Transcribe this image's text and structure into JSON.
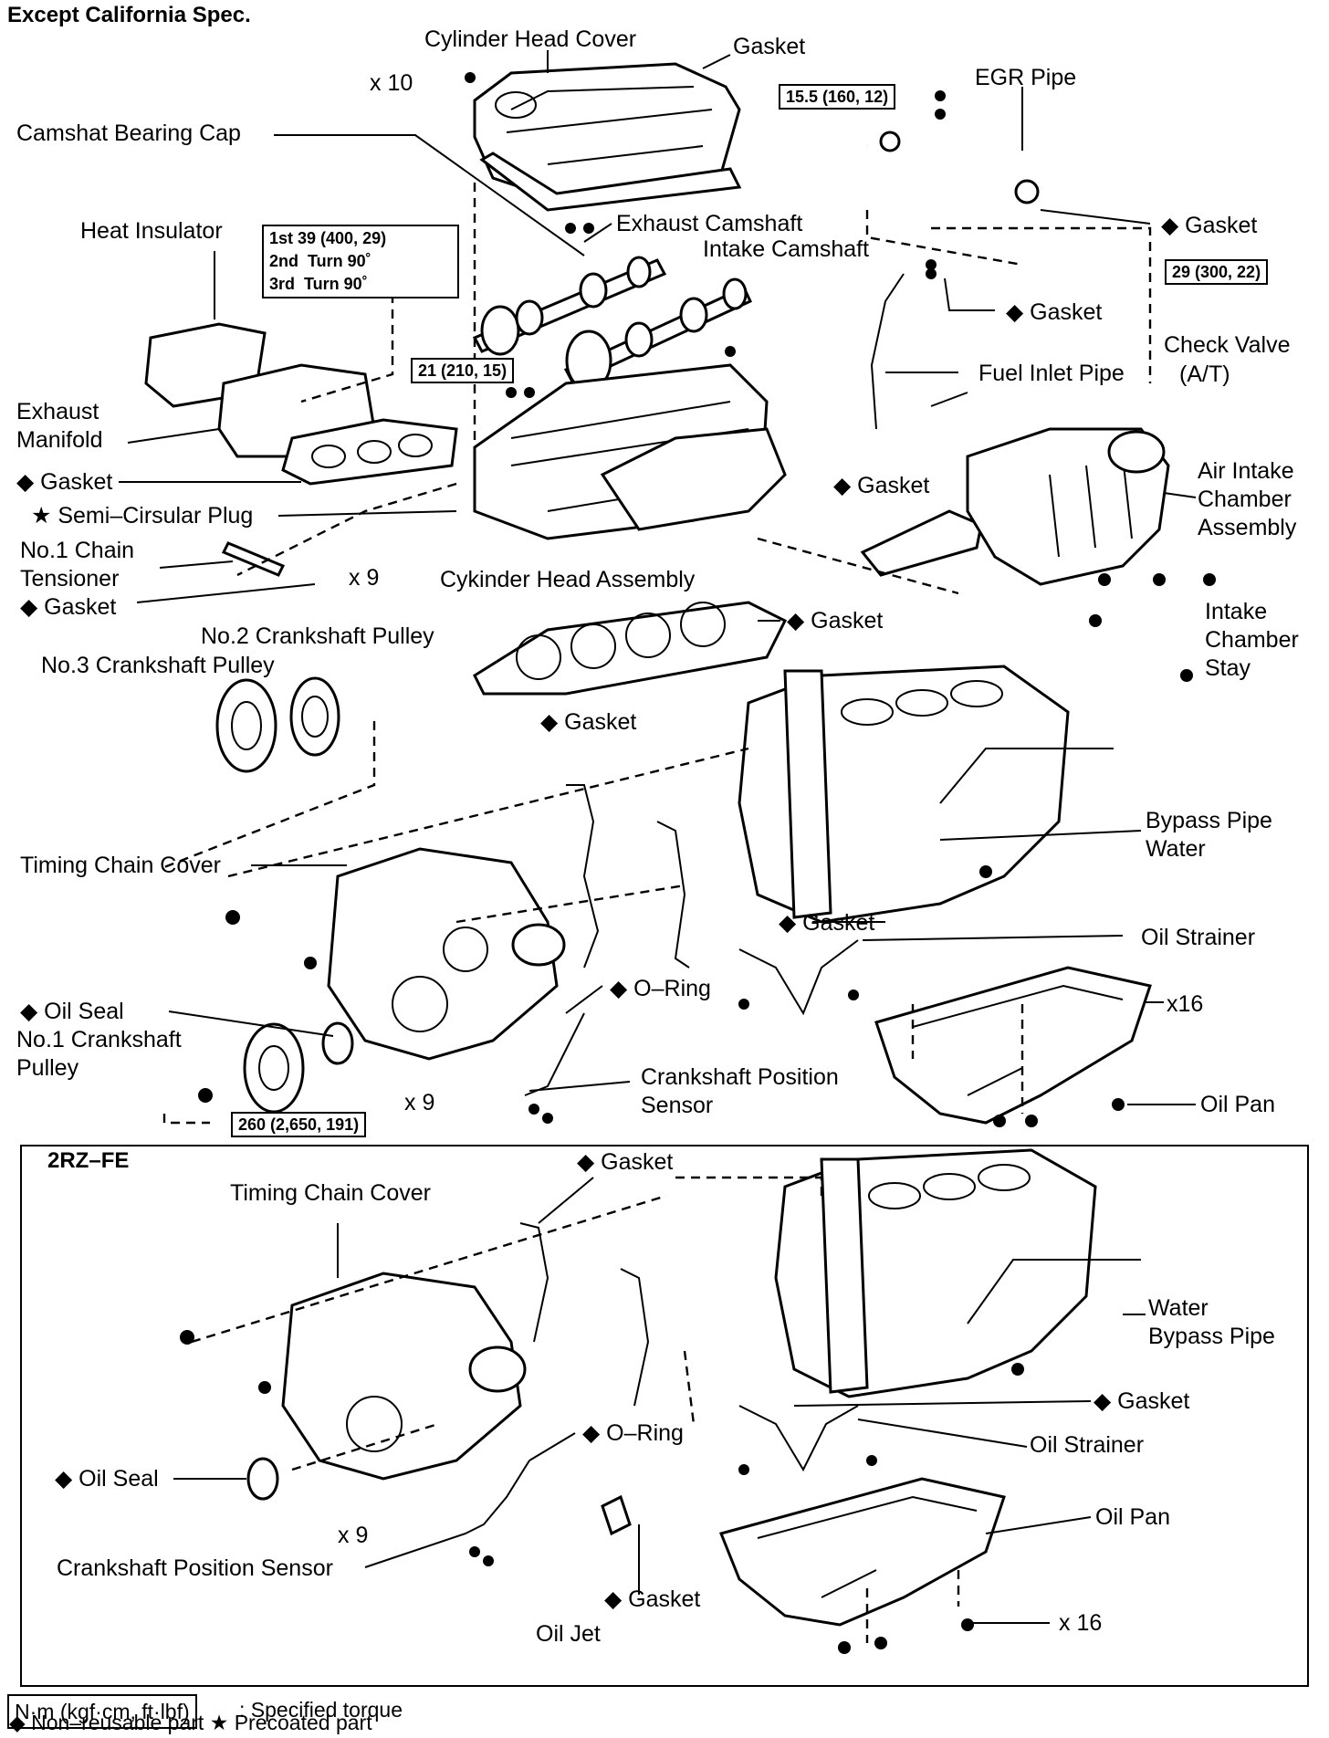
{
  "header": {
    "spec_title": "Except California Spec."
  },
  "section_2rz": {
    "title": "2RZ–FE"
  },
  "torque_values": {
    "egr_bolt": "15.5 (160, 12)",
    "head_bolt_line1": "1st 39 (400, 29)",
    "head_bolt_line2": "2nd  Turn 90˚",
    "head_bolt_line3": "3rd  Turn 90˚",
    "camshaft_cap": "21 (210, 15)",
    "fuel_pipe": "29 (300, 22)",
    "crank_pulley": "260 (2,650, 191)"
  },
  "labels": {
    "cylinder_head_cover": "Cylinder Head Cover",
    "gasket_head_cover": "Gasket",
    "x10": "x 10",
    "egr_pipe": "EGR Pipe",
    "camshaft_bearing_cap": "Camshat Bearing Cap",
    "gasket_egr": "◆ Gasket",
    "exhaust_camshaft": "Exhaust Camshaft",
    "intake_camshaft": "Intake Camshaft",
    "heat_insulator": "Heat Insulator",
    "gasket_fuel": "◆ Gasket",
    "check_valve_1": "Check Valve",
    "check_valve_2": "(A/T)",
    "fuel_inlet_pipe": "Fuel Inlet Pipe",
    "exhaust_manifold_1": "Exhaust",
    "exhaust_manifold_2": "Manifold",
    "gasket_exhaust": "◆ Gasket",
    "semi_circular_plug": "★ Semi–Cirsular Plug",
    "gasket_intake": "◆ Gasket",
    "air_intake_1": "Air Intake",
    "air_intake_2": "Chamber",
    "air_intake_3": "Assembly",
    "chain_tensioner_1": "No.1 Chain",
    "chain_tensioner_2": "Tensioner",
    "gasket_tensioner": "◆ Gasket",
    "x9_head": "x 9",
    "cylinder_head_assembly": "Cykinder Head Assembly",
    "no2_crank_pulley": "No.2 Crankshaft Pulley",
    "no3_crank_pulley": "No.3 Crankshaft Pulley",
    "gasket_head": "◆ Gasket",
    "intake_stay_1": "Intake",
    "intake_stay_2": "Chamber",
    "intake_stay_3": "Stay",
    "gasket_cover": "◆ Gasket",
    "bypass_pipe_1": "Bypass Pipe",
    "bypass_pipe_2": "Water",
    "timing_chain_cover": "Timing Chain Cover",
    "gasket_strainer": "◆ Gasket",
    "oil_strainer": "Oil Strainer",
    "o_ring": "◆ O–Ring",
    "x16": "x16",
    "oil_seal": "◆ Oil Seal",
    "no1_crank_pulley_1": "No.1 Crankshaft",
    "no1_crank_pulley_2": "Pulley",
    "crank_sensor_1": "Crankshaft Position",
    "crank_sensor_2": "Sensor",
    "x9_cover": "x 9",
    "oil_pan": "Oil Pan"
  },
  "labels_2rz": {
    "gasket_cover": "◆ Gasket",
    "timing_chain_cover": "Timing Chain Cover",
    "water_bypass_1": "Water",
    "water_bypass_2": "Bypass Pipe",
    "gasket_strainer": "◆ Gasket",
    "o_ring": "◆ O–Ring",
    "oil_strainer": "Oil Strainer",
    "oil_seal": "◆ Oil Seal",
    "oil_pan": "Oil Pan",
    "x9": "x 9",
    "crank_sensor": "Crankshaft Position Sensor",
    "gasket_jet": "◆ Gasket",
    "x16": "x 16",
    "oil_jet": "Oil Jet"
  },
  "legend": {
    "torque_units": "N·m (kgf·cm, ft·lbf)",
    "torque_desc": ": Specified torque",
    "symbols": "◆ Non–reusable part  ★ Precoated part"
  }
}
